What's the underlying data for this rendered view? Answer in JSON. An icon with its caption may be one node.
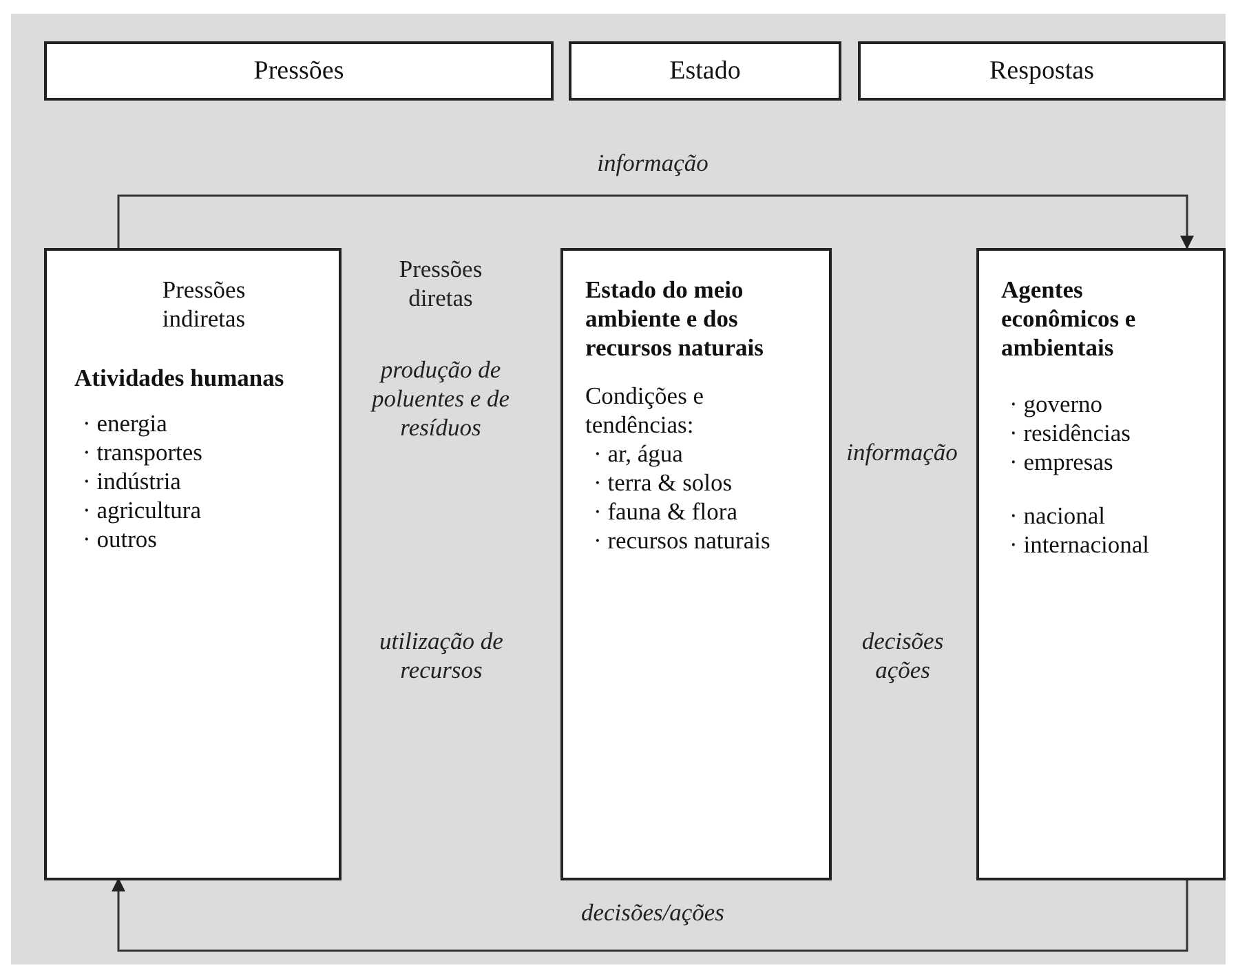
{
  "diagram": {
    "nodes": [
      {
        "text": [
          "Pressões"
        ]
      },
      {
        "text": [
          "Estado"
        ]
      },
      {
        "text": [
          "Respostas"
        ]
      },
      {
        "text": [
          "Pressões indiretas",
          "Atividades humanas",
          "· energia",
          "· transportes",
          "· indústria",
          "· agricultura",
          "· outros"
        ]
      },
      {
        "text": [
          "Estado do meio ambiente e dos recursos naturais",
          "Condições e tendências:",
          "· ar, água",
          "· terra & solos",
          "· fauna & flora",
          "· recursos naturais"
        ]
      },
      {
        "text": [
          "Agentes econômicos e ambientais",
          "· governo",
          "· residências",
          "· empresas",
          "· nacional",
          "· internacional"
        ]
      }
    ],
    "edges": [
      {
        "from": 3,
        "to": 5,
        "arrow": "to",
        "label": "informação"
      },
      {
        "from": 5,
        "to": 3,
        "arrow": "to",
        "label": "decisões/ações"
      }
    ],
    "labels": [
      "Pressões diretas",
      "produção de poluentes e de resíduos",
      "utilização de recursos",
      "informação",
      "decisões ações"
    ]
  }
}
